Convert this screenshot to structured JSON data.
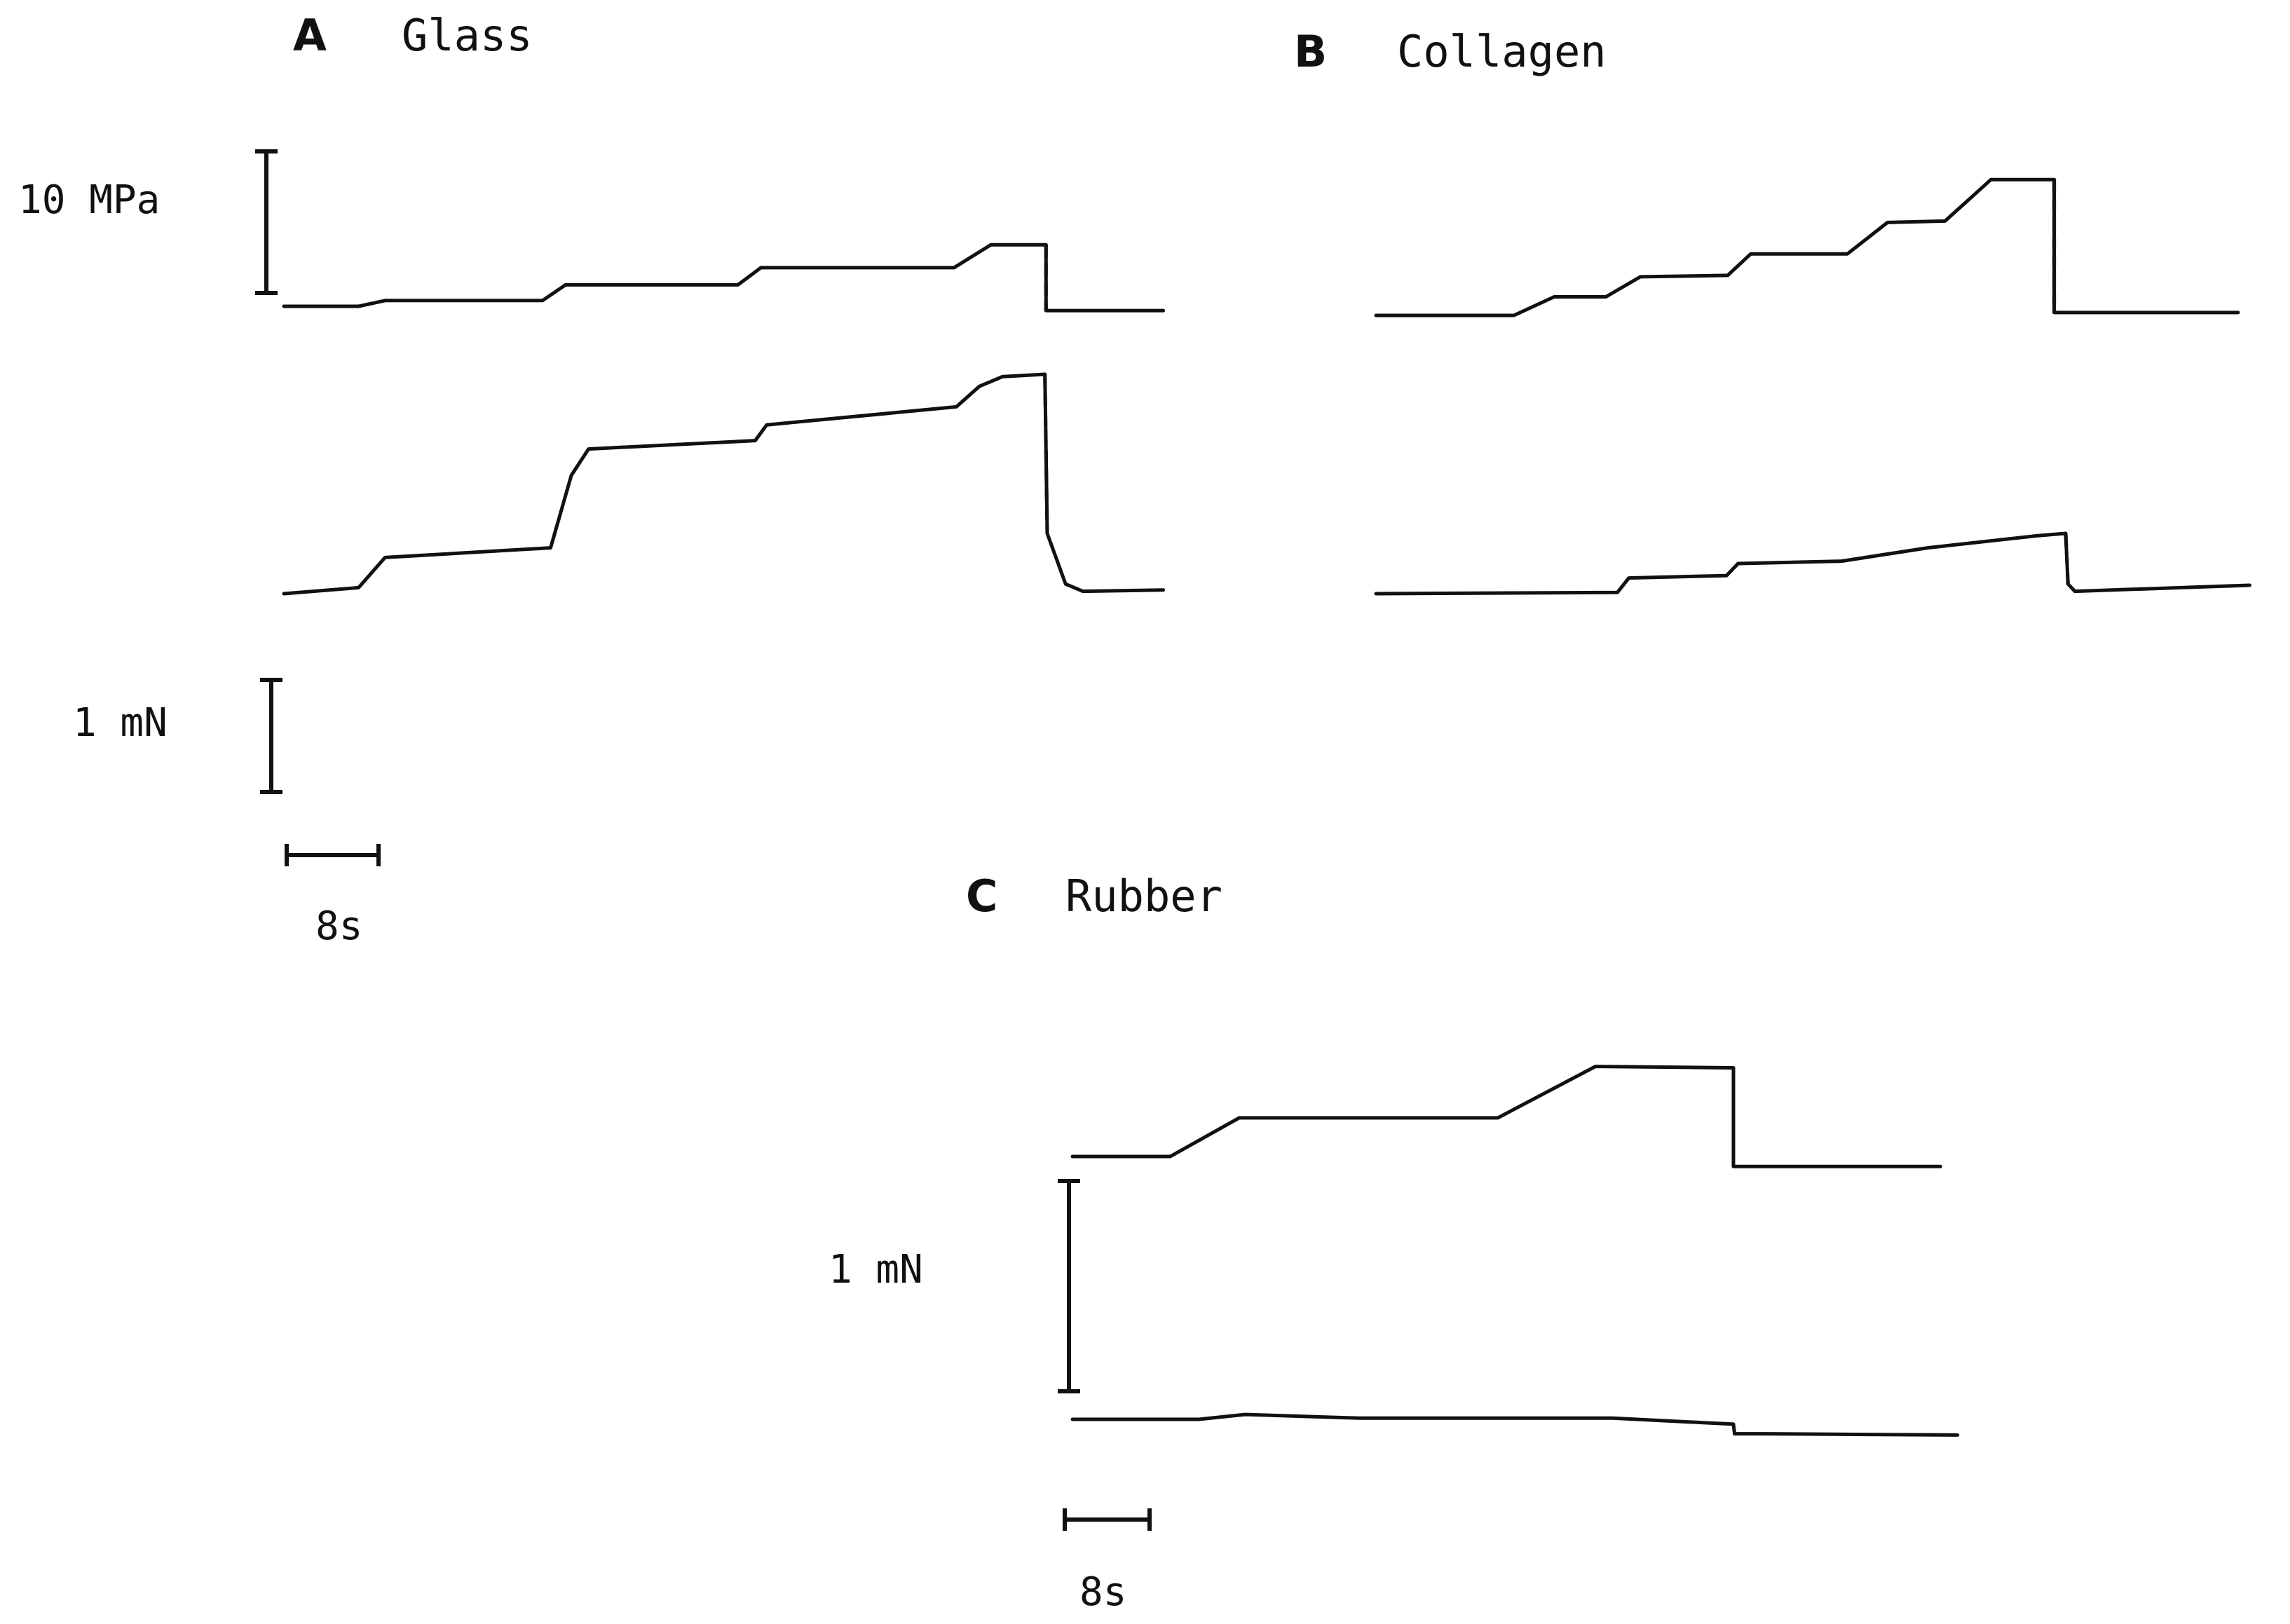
{
  "chart_data": [
    {
      "type": "line",
      "panel": "A",
      "title": "Glass",
      "stress_scale_label": "10 MPa",
      "force_scale_label": "1 mN",
      "time_scale_label": "8s",
      "series": [
        {
          "key": "stress",
          "x": [
            0,
            6.5,
            8.8,
            22.5,
            24.5,
            39.5,
            41.5,
            58.3,
            61.5,
            66.3,
            66.3,
            76.5
          ],
          "values": [
            0,
            0,
            0.4,
            0.4,
            1.5,
            1.5,
            2.7,
            2.7,
            4.3,
            4.3,
            -0.3,
            -0.3
          ]
        },
        {
          "key": "force",
          "x": [
            0,
            6.5,
            8.8,
            23.2,
            25.0,
            26.5,
            41.0,
            42.0,
            58.5,
            60.5,
            62.5,
            66.2,
            66.4,
            68.0,
            69.5,
            76.5
          ],
          "values": [
            0,
            0.05,
            0.3,
            0.38,
            0.98,
            1.2,
            1.27,
            1.4,
            1.55,
            1.72,
            1.8,
            1.82,
            0.5,
            0.08,
            0.02,
            0.03
          ]
        }
      ]
    },
    {
      "type": "line",
      "panel": "B",
      "title": "Collagen",
      "series": [
        {
          "key": "stress",
          "x": [
            0,
            12,
            15.5,
            20,
            23,
            30.6,
            32.6,
            41,
            44.5,
            49.5,
            53.5,
            59,
            59,
            75
          ],
          "values": [
            0,
            0,
            1.3,
            1.3,
            2.7,
            2.8,
            4.3,
            4.3,
            6.5,
            6.6,
            9.5,
            9.5,
            0.2,
            0.2
          ]
        },
        {
          "key": "force",
          "x": [
            0,
            21,
            22,
            30.5,
            31.5,
            40.5,
            48,
            57.5,
            60,
            60.2,
            60.8,
            76
          ],
          "values": [
            0,
            0.01,
            0.13,
            0.15,
            0.25,
            0.27,
            0.38,
            0.48,
            0.5,
            0.08,
            0.02,
            0.07
          ]
        }
      ]
    },
    {
      "type": "line",
      "panel": "C",
      "title": "Rubber",
      "force_scale_label": "1 mN",
      "time_scale_label": "8s",
      "series": [
        {
          "key": "stress",
          "x": [
            0,
            8.5,
            14.5,
            37,
            45.5,
            57.5,
            57.5,
            75.5
          ],
          "values": [
            0,
            0,
            2.7,
            2.7,
            6.3,
            6.2,
            -0.7,
            -0.7
          ]
        },
        {
          "key": "force",
          "x": [
            0,
            11,
            15,
            25,
            47,
            57.5,
            57.6,
            60,
            77
          ],
          "values": [
            0,
            0,
            0.04,
            0.01,
            0.01,
            -0.04,
            -0.12,
            -0.12,
            -0.13
          ]
        }
      ]
    }
  ]
}
